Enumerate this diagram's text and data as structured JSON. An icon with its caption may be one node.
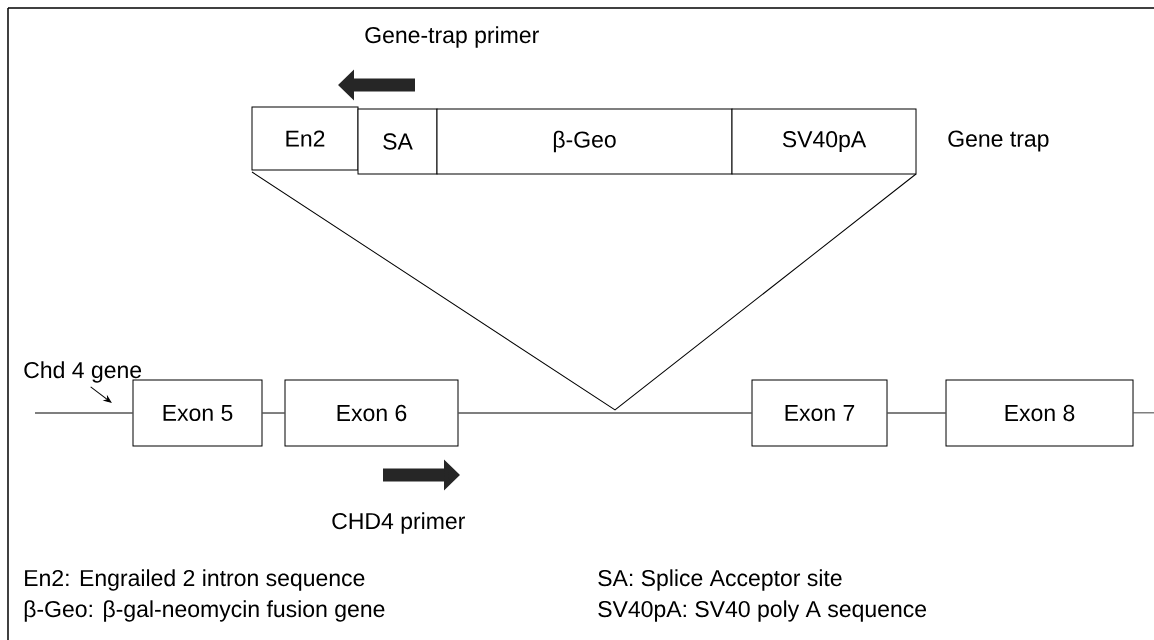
{
  "diagram": {
    "nodes": [
      {
        "text": [
          "En2"
        ]
      },
      {
        "text": [
          "SA"
        ]
      },
      {
        "text": [
          "β-Geo"
        ]
      },
      {
        "text": [
          "SV40pA"
        ]
      },
      {
        "text": [
          "Exon 5"
        ]
      },
      {
        "text": [
          "Exon 6"
        ]
      },
      {
        "text": [
          "Exon 7"
        ]
      },
      {
        "text": [
          "Exon 8"
        ]
      },
      {
        "text": [
          "Chd 4 gene"
        ]
      }
    ],
    "edges": [
      {
        "from": 8,
        "to": null,
        "arrow": "to"
      },
      {
        "from": 4,
        "to": 5,
        "arrow": "none"
      },
      {
        "from": 5,
        "to": 6,
        "arrow": "none"
      },
      {
        "from": 6,
        "to": 7,
        "arrow": "none"
      }
    ],
    "labels": [
      "Gene-trap primer",
      "Gene trap",
      "CHD4 primer",
      "En2: Engrailed 2 intron sequence",
      "SA: Splice Acceptor site",
      "β-Geo: β-gal-neomycin fusion gene",
      "SV40pA: SV40 poly A sequence"
    ]
  }
}
